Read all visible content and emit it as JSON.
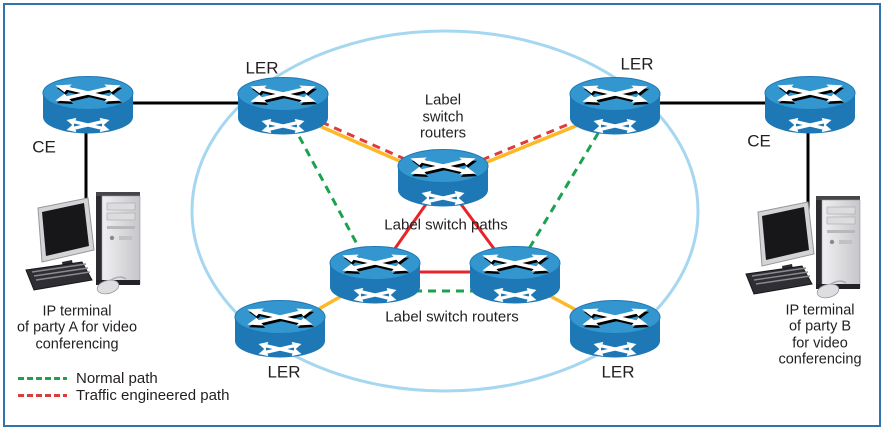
{
  "diagram": {
    "type": "mpls-network-diagram",
    "cloud_color": "#a6d7f0",
    "node_labels": {
      "ce_left": "CE",
      "ce_right": "CE",
      "ler_top_left": "LER",
      "ler_top_right": "LER",
      "ler_bottom_left": "LER",
      "ler_bottom_right": "LER"
    },
    "annotations": {
      "lsr_top": "Label\nswitch\nrouters",
      "label_switch_paths": "Label switch paths",
      "lsr_bottom": "Label switch routers",
      "terminal_a": "IP terminal\nof party A for video\nconferencing",
      "terminal_b": "IP terminal\nof party B\nfor video\nconferencing"
    },
    "link_types": {
      "physical_link": {
        "color": "#000000",
        "style": "solid"
      },
      "label_switch_path_edge": {
        "color": "#fdb827",
        "style": "solid"
      },
      "label_switch_path_core": {
        "color": "#e8242b",
        "style": "solid"
      },
      "normal_path": {
        "color": "#1aa24e",
        "style": "dashed"
      },
      "traffic_engineered_path": {
        "color": "#dd3c3c",
        "style": "dashed"
      }
    },
    "router_colors": {
      "top": "#3496ce",
      "side": "#1d78b5",
      "arrows": "#ffffff"
    }
  },
  "legend": {
    "items": [
      {
        "label": "Normal path",
        "color": "#1aa24e",
        "style": "dashed"
      },
      {
        "label": "Traffic engineered path",
        "color": "#dd3c3c",
        "style": "dashed"
      }
    ]
  }
}
